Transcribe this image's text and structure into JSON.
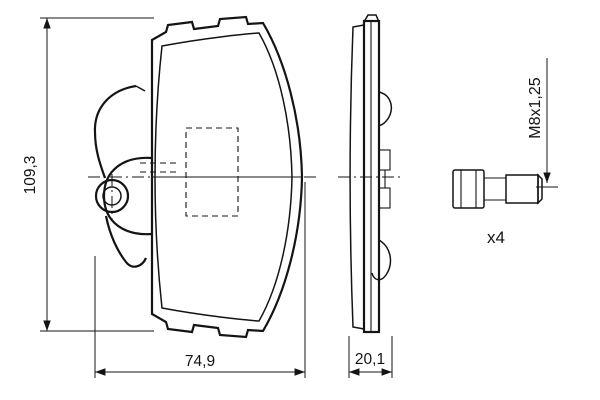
{
  "drawing": {
    "front_view": {
      "height_dim": "109,3",
      "width_dim": "74,9"
    },
    "side_view": {
      "thickness_dim": "20,1"
    },
    "fastener": {
      "thread_spec": "M8x1,25",
      "quantity": "x4"
    },
    "colors": {
      "line": "#141414",
      "background": "#ffffff"
    }
  }
}
